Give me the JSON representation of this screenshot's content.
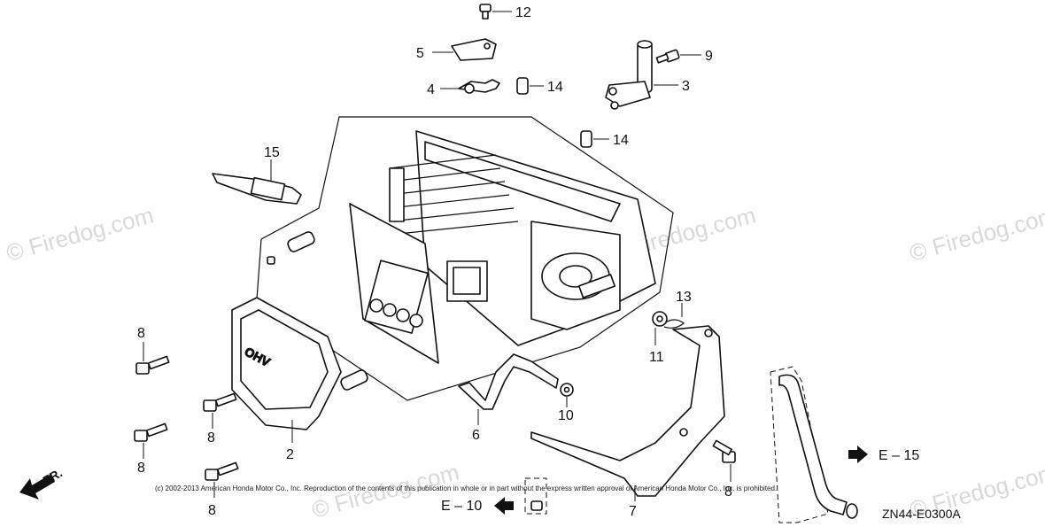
{
  "callouts": {
    "p12": "12",
    "p5": "5",
    "p4": "4",
    "p14a": "14",
    "p9": "9",
    "p3": "3",
    "p14b": "14",
    "p15": "15",
    "p13": "13",
    "p11": "11",
    "p10": "10",
    "p6": "6",
    "p8a": "8",
    "p8b": "8",
    "p8c": "8",
    "p8d": "8",
    "p8e": "8",
    "p2": "2",
    "p7": "7"
  },
  "references": {
    "e15": "E – 15",
    "e10": "E – 10"
  },
  "direction_label": "FR.",
  "diagram_code": "ZN44-E0300A",
  "copyright": "(c) 2002-2013 American Honda Motor Co., Inc. Reproduction of the contents of this publication in whole or in part without the express written approval of American Honda Motor Co., Inc. is prohibited.",
  "watermark": "© Firedog.com",
  "brand_mark": "OHV"
}
